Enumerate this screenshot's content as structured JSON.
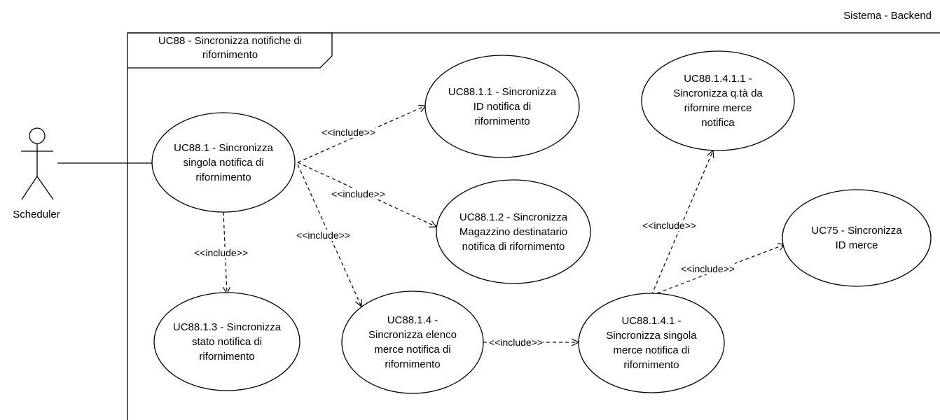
{
  "system": {
    "label": "Sistema - Backend"
  },
  "frame": {
    "title_lines": [
      "UC88 - Sincronizza notifiche di",
      "rifornimento"
    ]
  },
  "actor": {
    "name": "Scheduler"
  },
  "use_cases": {
    "uc88_1": {
      "lines": [
        "UC88.1 - Sincronizza",
        "singola notifica di",
        "rifornimento"
      ]
    },
    "uc88_1_1": {
      "lines": [
        "UC88.1.1 - Sincronizza",
        "ID notifica di",
        "rifornimento"
      ]
    },
    "uc88_1_2": {
      "lines": [
        "UC88.1.2 - Sincronizza",
        "Magazzino destinatario",
        "notifica di rifornimento"
      ]
    },
    "uc88_1_3": {
      "lines": [
        "UC88.1.3 - Sincronizza",
        "stato notifica di",
        "rifornimento"
      ]
    },
    "uc88_1_4": {
      "lines": [
        "UC88.1.4 -",
        "Sincronizza elenco",
        "merce notifica di",
        "rifornimento"
      ]
    },
    "uc88_1_4_1": {
      "lines": [
        "UC88.1.4.1 -",
        "Sincronizza singola",
        "merce notifica di",
        "rifornimento"
      ]
    },
    "uc88_1_4_1_1": {
      "lines": [
        "UC88.1.4.1.1 -",
        "Sincronizza q.tà da",
        "rifornire merce",
        "notifica"
      ]
    },
    "uc75": {
      "lines": [
        "UC75 - Sincronizza",
        "ID merce"
      ]
    }
  },
  "relations": {
    "include_label": "<<include>>"
  }
}
